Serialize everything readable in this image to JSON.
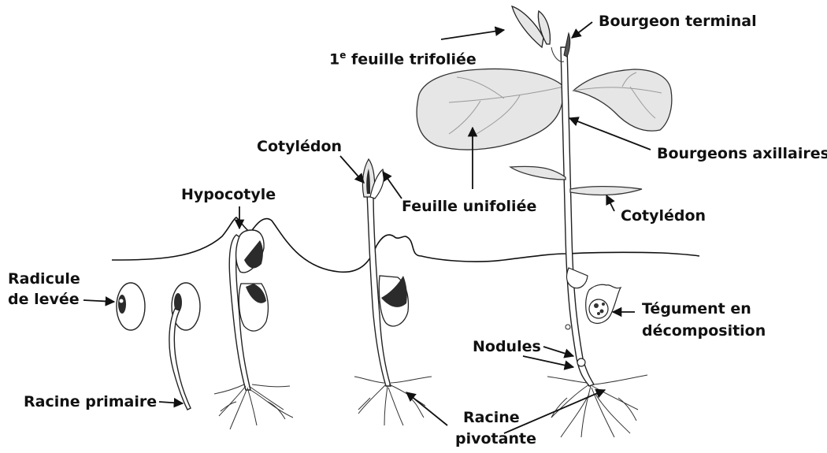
{
  "labels": {
    "radicule_line1": "Radicule",
    "radicule_line2": "de levée",
    "racine_primaire": "Racine primaire",
    "hypocotyle": "Hypocotyle",
    "cotyledon_top": "Cotylédon",
    "feuille_unifoliee": "Feuille unifoliée",
    "racine_pivotante_line1": "Racine",
    "racine_pivotante_line2": "pivotante",
    "trifoliee_num": "1",
    "trifoliee_sup": "e",
    "trifoliee_text": " feuille trifoliée",
    "bourgeon_terminal": "Bourgeon terminal",
    "bourgeons_axillaires": "Bourgeons axillaires",
    "cotyledon_right": "Cotylédon",
    "tegument_line1": "Tégument en",
    "tegument_line2": "décomposition",
    "nodules": "Nodules"
  },
  "colors": {
    "line": "#111111",
    "leaf_fill": "#e6e6e6",
    "seed_dark": "#2b2b2b",
    "background": "#ffffff"
  }
}
